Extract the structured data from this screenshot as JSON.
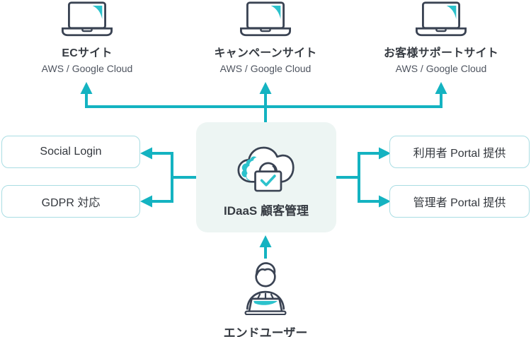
{
  "diagram": {
    "sites": [
      {
        "label": "ECサイト",
        "sublabel": "AWS / Google Cloud",
        "icon": "laptop-icon"
      },
      {
        "label": "キャンペーンサイト",
        "sublabel": "AWS / Google Cloud",
        "icon": "laptop-icon"
      },
      {
        "label": "お客様サポートサイト",
        "sublabel": "AWS / Google Cloud",
        "icon": "laptop-icon"
      }
    ],
    "center": {
      "label": "IDaaS 顧客管理",
      "icon": "cloud-lock-icon"
    },
    "left_features": [
      {
        "label": "Social Login"
      },
      {
        "label": "GDPR 対応"
      }
    ],
    "right_features": [
      {
        "label": "利用者 Portal 提供"
      },
      {
        "label": "管理者 Portal 提供"
      }
    ],
    "end_user": {
      "label": "エンドユーザー",
      "icon": "person-laptop-icon"
    },
    "colors": {
      "arrow_teal": "#14b3c1",
      "icon_accent_teal": "#2cc2cc",
      "icon_stroke": "#3a4353",
      "center_box_bg": "#edf5f3",
      "feature_box_border": "#a9dde3",
      "heading_text": "#363b42",
      "subtext": "#4f5560"
    }
  }
}
